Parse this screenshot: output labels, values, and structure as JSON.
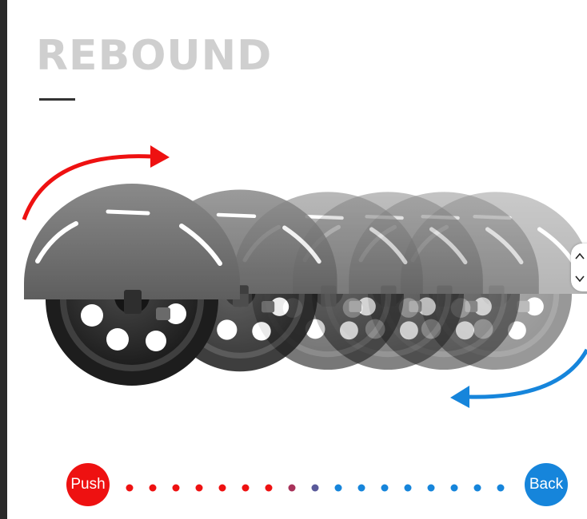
{
  "heading": {
    "title": "REBOUND"
  },
  "labels": {
    "push": "Push",
    "back": "Back"
  },
  "colors": {
    "push": "#ee1111",
    "back": "#1685db",
    "mid": "#5a5a9a",
    "title": "#cfcfcf",
    "underline": "#333333"
  },
  "icons": {
    "rotate_forward": "red-curved-arrow-icon",
    "rotate_back": "blue-curved-arrow-icon",
    "scroll_up": "chevron-up-icon",
    "scroll_down": "chevron-down-icon"
  },
  "rebound_sequence": {
    "push_dots": 7,
    "transition_dots": 2,
    "back_dots": 8
  }
}
